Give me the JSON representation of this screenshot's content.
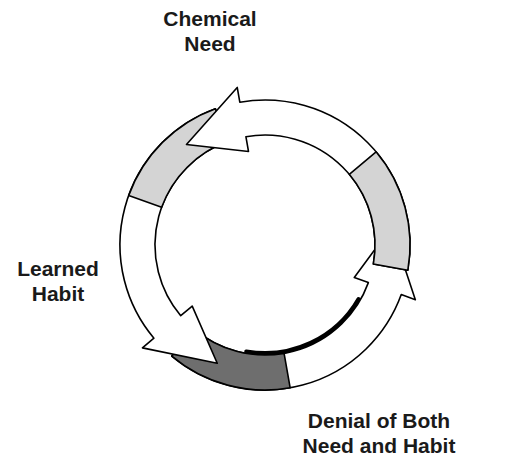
{
  "diagram": {
    "labels": [
      "Chemical Need",
      "Learned Habit",
      "Denial of Both Need and Habit"
    ]
  }
}
